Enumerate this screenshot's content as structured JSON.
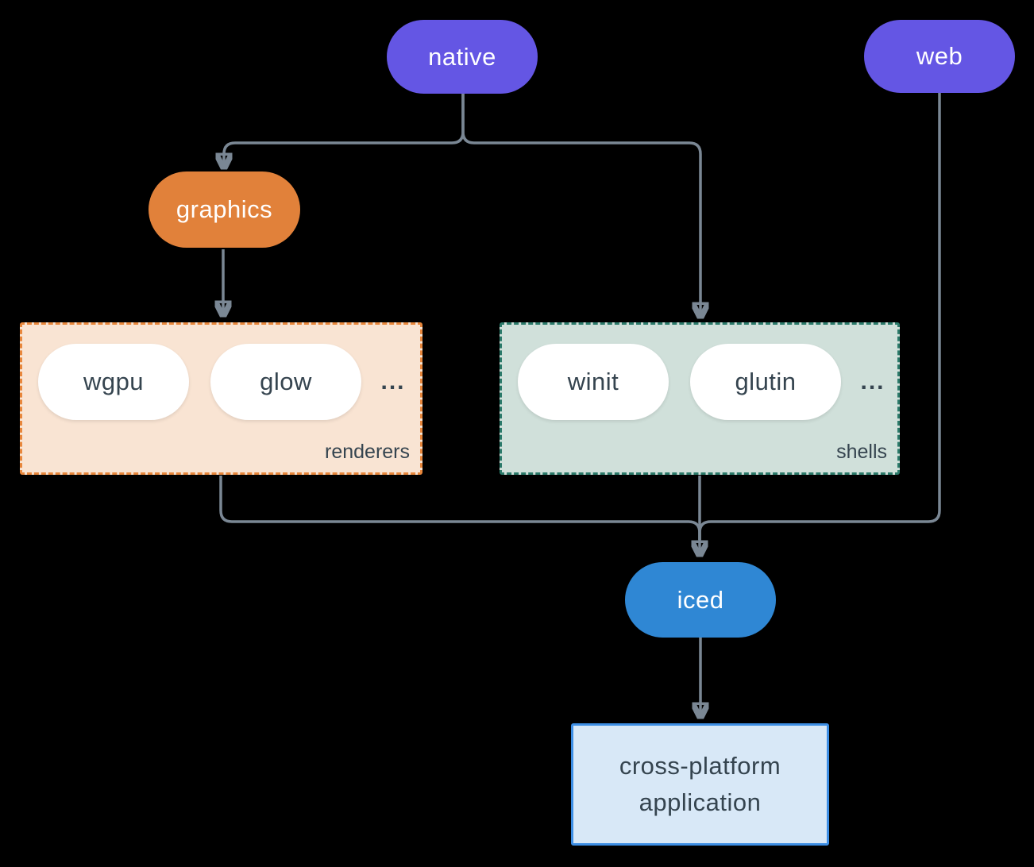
{
  "theme": {
    "bg": "#000000",
    "line": "#7a8794",
    "purple": "#6456e4",
    "orange": "#e1813a",
    "blue": "#2f87d4",
    "white-pill": "#ffffff",
    "dark-text": "#35444f",
    "peach-fill": "#f9e4d3",
    "peach-border": "#e8873c",
    "sage-fill": "#d0e0da",
    "sage-border": "#2b7a6a",
    "app-fill": "#d8e8f7",
    "app-border": "#3d8ee4"
  },
  "nodes": {
    "native": {
      "label": "native"
    },
    "web": {
      "label": "web"
    },
    "graphics": {
      "label": "graphics"
    },
    "iced": {
      "label": "iced"
    },
    "application": {
      "line1": "cross-platform",
      "line2": "application"
    }
  },
  "groups": {
    "renderers": {
      "label": "renderers",
      "items": [
        "wgpu",
        "glow"
      ],
      "ellipsis": "..."
    },
    "shells": {
      "label": "shells",
      "items": [
        "winit",
        "glutin"
      ],
      "ellipsis": "..."
    }
  }
}
